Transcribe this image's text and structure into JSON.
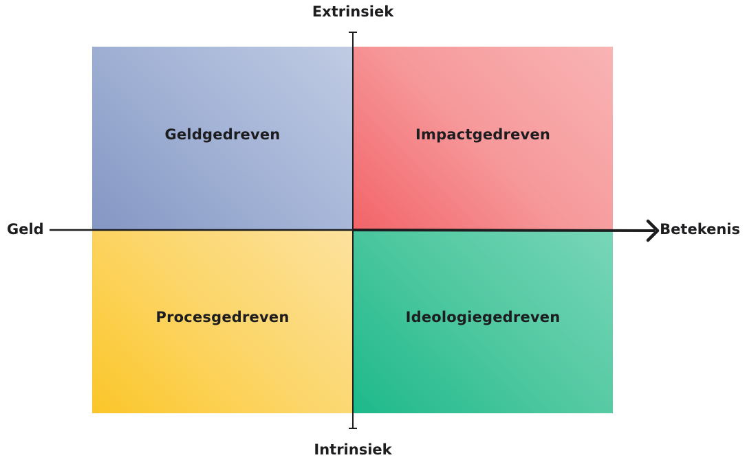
{
  "diagram": {
    "axes": {
      "top": "Extrinsiek",
      "bottom": "Intrinsiek",
      "left": "Geld",
      "right": "Betekenis"
    },
    "quadrants": {
      "top_left": {
        "label": "Geldgedreven",
        "color": "#a3b3d6"
      },
      "top_right": {
        "label": "Impactgedreven",
        "color": "#f6999b"
      },
      "bottom_left": {
        "label": "Procesgedreven",
        "color": "#fcd66a"
      },
      "bottom_right": {
        "label": "Ideologiegedreven",
        "color": "#50c8a0"
      }
    },
    "axis_color": "#1d1d1f"
  }
}
